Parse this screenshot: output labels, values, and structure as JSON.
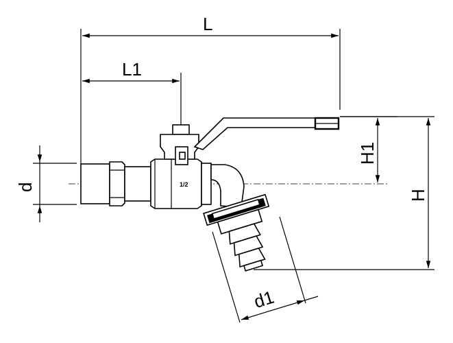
{
  "labels": {
    "L": "L",
    "L1": "L1",
    "H1": "H1",
    "H": "H",
    "d": "d",
    "d1": "d1",
    "size": "1/2"
  }
}
